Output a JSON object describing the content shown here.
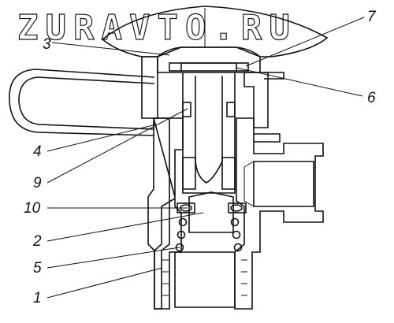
{
  "watermark": "ZURAVTO.RU",
  "labels": {
    "l1": "1",
    "l2": "2",
    "l3": "3",
    "l4": "4",
    "l5": "5",
    "l6": "6",
    "l7": "7",
    "l9": "9",
    "l10": "10"
  }
}
